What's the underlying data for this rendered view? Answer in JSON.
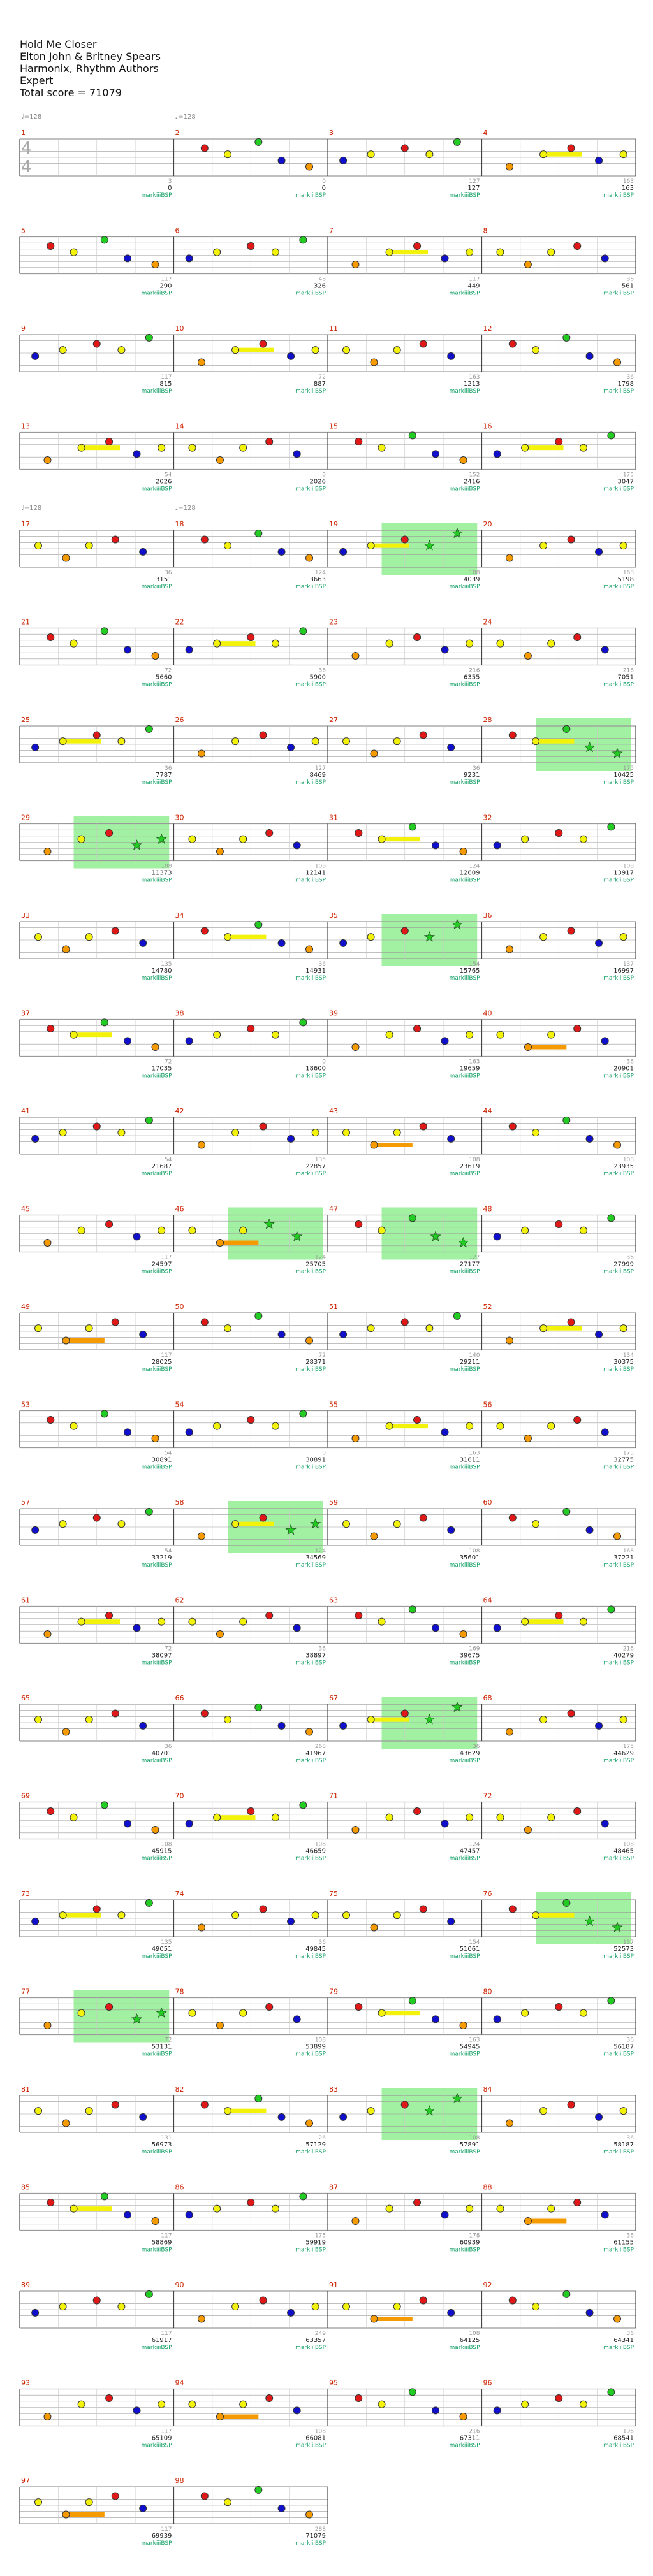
{
  "song": {
    "title": "Hold Me Closer",
    "artist": "Elton John & Britney Spears",
    "charter": "Harmonix, Rhythm Authors",
    "difficulty": "Expert",
    "total_score_text": "Total score = 71079"
  },
  "time_signature": {
    "numerator": "4",
    "denominator": "4"
  },
  "tempo_markers": [
    {
      "measure": 1,
      "text": "♩=128"
    },
    {
      "measure": 2,
      "text": "♩=128"
    },
    {
      "measure": 17,
      "text": "♩=128"
    },
    {
      "measure": 18,
      "text": "♩=128"
    }
  ],
  "multiplier_label": "markiiiBSP",
  "colors": {
    "green": "#22cc22",
    "red": "#e01818",
    "yellow": "#f2f20a",
    "blue": "#1010cc",
    "orange": "#f59a00",
    "sp_zone": "#98ee98",
    "measure_num": "#cc2200"
  },
  "rows": [
    {
      "measures": [
        1,
        2,
        3,
        4
      ],
      "counts": [
        "",
        "3",
        "0",
        "127",
        "163"
      ],
      "scores": [
        "",
        "0",
        "0",
        "127",
        "163"
      ],
      "star": [
        0,
        0,
        0,
        0
      ]
    },
    {
      "measures": [
        5,
        6,
        7,
        8
      ],
      "counts": [
        "",
        "117",
        "48",
        "117",
        "36"
      ],
      "scores": [
        "",
        "290",
        "326",
        "449",
        "561"
      ],
      "star": [
        0,
        0,
        0,
        0
      ]
    },
    {
      "measures": [
        9,
        10,
        11,
        12
      ],
      "counts": [
        "",
        "117",
        "72",
        "163",
        "36"
      ],
      "scores": [
        "",
        "815",
        "887",
        "1213",
        "1798"
      ],
      "star": [
        0,
        0,
        0,
        0
      ]
    },
    {
      "measures": [
        13,
        14,
        15,
        16
      ],
      "counts": [
        "",
        "54",
        "0",
        "152",
        "175"
      ],
      "scores": [
        "",
        "2026",
        "2026",
        "2416",
        "3047"
      ],
      "star": [
        0,
        0,
        0,
        0
      ]
    },
    {
      "measures": [
        17,
        18,
        19,
        20
      ],
      "counts": [
        "",
        "36",
        "124",
        "108",
        "168"
      ],
      "scores": [
        "",
        "3151",
        "3663",
        "4039",
        "5198"
      ],
      "star": [
        0,
        0,
        1,
        0
      ]
    },
    {
      "measures": [
        21,
        22,
        23,
        24
      ],
      "counts": [
        "",
        "72",
        "36",
        "216",
        "216"
      ],
      "scores": [
        "",
        "5660",
        "5900",
        "6355",
        "7051"
      ],
      "star": [
        0,
        0,
        0,
        0
      ]
    },
    {
      "measures": [
        25,
        26,
        27,
        28
      ],
      "counts": [
        "",
        "36",
        "127",
        "36",
        "175"
      ],
      "scores": [
        "",
        "7787",
        "8469",
        "9231",
        "10425"
      ],
      "star": [
        0,
        0,
        0,
        1
      ]
    },
    {
      "measures": [
        29,
        30,
        31,
        32
      ],
      "counts": [
        "",
        "108",
        "108",
        "124",
        "108"
      ],
      "scores": [
        "",
        "11373",
        "12141",
        "12609",
        "13917"
      ],
      "star": [
        1,
        0,
        0,
        0
      ]
    },
    {
      "measures": [
        33,
        34,
        35,
        36
      ],
      "counts": [
        "",
        "135",
        "36",
        "154",
        "137"
      ],
      "scores": [
        "",
        "14780",
        "14931",
        "15765",
        "16997"
      ],
      "star": [
        0,
        0,
        1,
        0
      ]
    },
    {
      "measures": [
        37,
        38,
        39,
        40
      ],
      "counts": [
        "",
        "72",
        "0",
        "163",
        "36"
      ],
      "scores": [
        "",
        "17035",
        "18600",
        "19659",
        "20901"
      ],
      "star": [
        0,
        0,
        0,
        0
      ]
    },
    {
      "measures": [
        41,
        42,
        43,
        44
      ],
      "counts": [
        "",
        "54",
        "135",
        "108",
        "108"
      ],
      "scores": [
        "",
        "21687",
        "22857",
        "23619",
        "23935"
      ],
      "star": [
        0,
        0,
        0,
        0
      ]
    },
    {
      "measures": [
        45,
        46,
        47,
        48
      ],
      "counts": [
        "",
        "117",
        "124",
        "127",
        "36"
      ],
      "scores": [
        "",
        "24597",
        "25705",
        "27177",
        "27999"
      ],
      "star": [
        0,
        1,
        1,
        0
      ]
    },
    {
      "measures": [
        49,
        50,
        51,
        52
      ],
      "counts": [
        "",
        "117",
        "72",
        "140",
        "134"
      ],
      "scores": [
        "",
        "28025",
        "28371",
        "29211",
        "30375"
      ],
      "star": [
        0,
        0,
        0,
        0
      ]
    },
    {
      "measures": [
        53,
        54,
        55,
        56
      ],
      "counts": [
        "",
        "54",
        "0",
        "163",
        "175"
      ],
      "scores": [
        "",
        "30891",
        "30891",
        "31611",
        "32775"
      ],
      "star": [
        0,
        0,
        0,
        0
      ]
    },
    {
      "measures": [
        57,
        58,
        59,
        60
      ],
      "counts": [
        "",
        "54",
        "124",
        "108",
        "168"
      ],
      "scores": [
        "",
        "33219",
        "34569",
        "35601",
        "37221"
      ],
      "star": [
        0,
        1,
        0,
        0
      ]
    },
    {
      "measures": [
        61,
        62,
        63,
        64
      ],
      "counts": [
        "",
        "72",
        "36",
        "169",
        "216"
      ],
      "scores": [
        "",
        "38097",
        "38897",
        "39675",
        "40279"
      ],
      "star": [
        0,
        0,
        0,
        0
      ]
    },
    {
      "measures": [
        65,
        66,
        67,
        68
      ],
      "counts": [
        "",
        "36",
        "268",
        "36",
        "175"
      ],
      "scores": [
        "",
        "40701",
        "41967",
        "43629",
        "44629"
      ],
      "star": [
        0,
        0,
        1,
        0
      ]
    },
    {
      "measures": [
        69,
        70,
        71,
        72
      ],
      "counts": [
        "",
        "108",
        "108",
        "124",
        "108"
      ],
      "scores": [
        "",
        "45915",
        "46659",
        "47457",
        "48465"
      ],
      "star": [
        0,
        0,
        0,
        0
      ]
    },
    {
      "measures": [
        73,
        74,
        75,
        76
      ],
      "counts": [
        "",
        "135",
        "36",
        "154",
        "137"
      ],
      "scores": [
        "",
        "49051",
        "49845",
        "51061",
        "52573"
      ],
      "star": [
        0,
        0,
        0,
        1
      ]
    },
    {
      "measures": [
        77,
        78,
        79,
        80
      ],
      "counts": [
        "",
        "72",
        "108",
        "163",
        "36"
      ],
      "scores": [
        "",
        "53131",
        "53899",
        "54945",
        "56187"
      ],
      "star": [
        1,
        0,
        0,
        0
      ]
    },
    {
      "measures": [
        81,
        82,
        83,
        84
      ],
      "counts": [
        "",
        "131",
        "26",
        "108",
        "36"
      ],
      "scores": [
        "",
        "56973",
        "57129",
        "57891",
        "58187"
      ],
      "star": [
        0,
        0,
        1,
        0
      ]
    },
    {
      "measures": [
        85,
        86,
        87,
        88
      ],
      "counts": [
        "",
        "117",
        "175",
        "178",
        "36"
      ],
      "scores": [
        "",
        "58869",
        "59919",
        "60939",
        "61155"
      ],
      "star": [
        0,
        0,
        0,
        0
      ]
    },
    {
      "measures": [
        89,
        90,
        91,
        92
      ],
      "counts": [
        "",
        "117",
        "249",
        "108",
        "36"
      ],
      "scores": [
        "",
        "61917",
        "63357",
        "64125",
        "64341"
      ],
      "star": [
        0,
        0,
        0,
        0
      ]
    },
    {
      "measures": [
        93,
        94,
        95,
        96
      ],
      "counts": [
        "",
        "117",
        "108",
        "216",
        "196"
      ],
      "scores": [
        "",
        "65109",
        "66081",
        "67311",
        "68541"
      ],
      "star": [
        0,
        0,
        0,
        0
      ]
    },
    {
      "measures": [
        97,
        98
      ],
      "counts": [
        "",
        "117",
        "288"
      ],
      "scores": [
        "",
        "69939",
        "71079"
      ],
      "star": [
        0,
        0
      ]
    }
  ]
}
